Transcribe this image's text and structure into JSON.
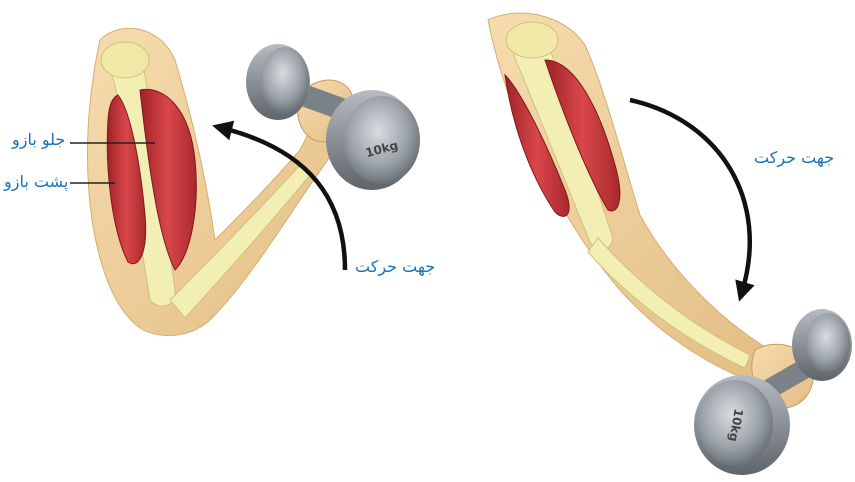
{
  "labels": {
    "front_arm": "جلو بازو",
    "back_arm": "پشت بازو",
    "direction_left": "جهت حرکت",
    "direction_right": "جهت حرکت"
  },
  "dumbbell_weight_text": "10kg",
  "colors": {
    "label_blue": "#1a73b8",
    "arrow": "#111111",
    "skin": "#efcf9b",
    "bone": "#f3eeb4",
    "muscle": "#c8363a",
    "dumbbell": "#8d949a"
  }
}
